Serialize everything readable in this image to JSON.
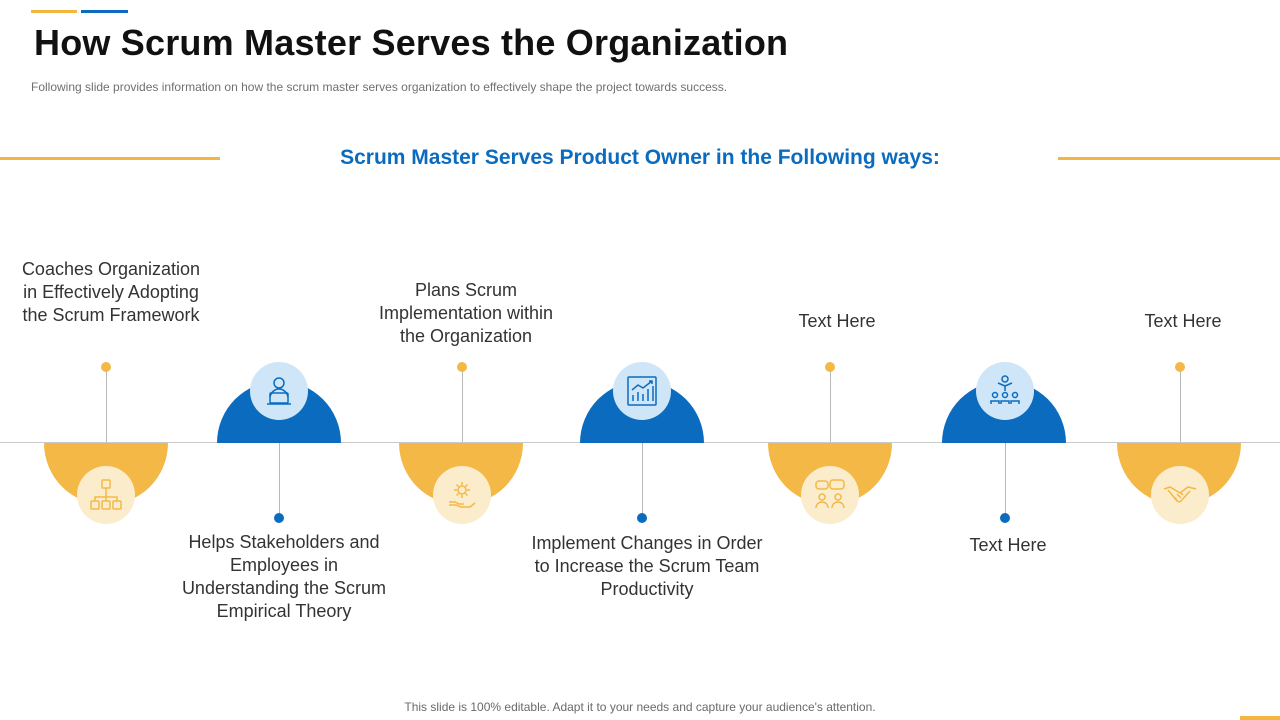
{
  "header": {
    "title": "How Scrum Master Serves the Organization",
    "subtitle": "Following slide provides  information  on how the scrum master serves organization to effectively  shape the project towards success."
  },
  "section": {
    "title": "Scrum Master Serves Product Owner in the Following ways:"
  },
  "steps": [
    {
      "label": "Coaches Organization in Effectively Adopting the Scrum Framework",
      "icon": "org-chart-icon"
    },
    {
      "label": "Helps Stakeholders and Employees in Understanding the Scrum Empirical Theory",
      "icon": "person-laptop-icon"
    },
    {
      "label": "Plans Scrum Implementation within the Organization",
      "icon": "gear-hand-icon"
    },
    {
      "label": "Implement Changes in Order to Increase the Scrum Team Productivity",
      "icon": "growth-chart-icon"
    },
    {
      "label": "Text Here",
      "icon": "discussion-icon"
    },
    {
      "label": "Text Here",
      "icon": "team-presentation-icon"
    },
    {
      "label": "Text Here",
      "icon": "handshake-icon"
    }
  ],
  "footer": {
    "text": "This slide is 100% editable. Adapt it to your needs and capture your audience's attention."
  },
  "colors": {
    "gold": "#f4b846",
    "blue": "#0b6cbf",
    "gold_light": "#fbeccc",
    "blue_light": "#cfe6f8"
  }
}
